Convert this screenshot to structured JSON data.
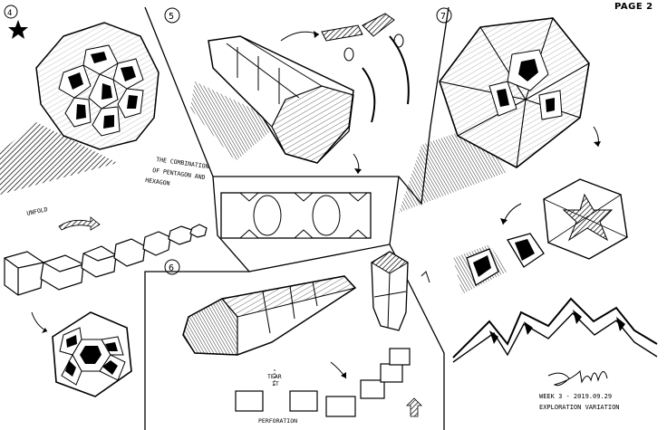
{
  "page_label": "PAGE 2",
  "panels": {
    "p4": {
      "number": "4",
      "caption_lines": [
        "THE COMBINATION",
        "OF PENTAGON AND",
        "HEXAGON"
      ],
      "unfold_label": "UNFOLD"
    },
    "p5": {
      "number": "5"
    },
    "p6": {
      "number": "6",
      "tear_label": "TEAR",
      "tear_sub": "IT",
      "perforation_label": "PERFORATION"
    },
    "p7": {
      "number": "7"
    }
  },
  "footer": {
    "week": "WEEK 3 - 2019.09.29",
    "subtitle": "EXPLORATION VARIATION"
  },
  "colors": {
    "ink": "#000000",
    "paper": "#ffffff"
  }
}
